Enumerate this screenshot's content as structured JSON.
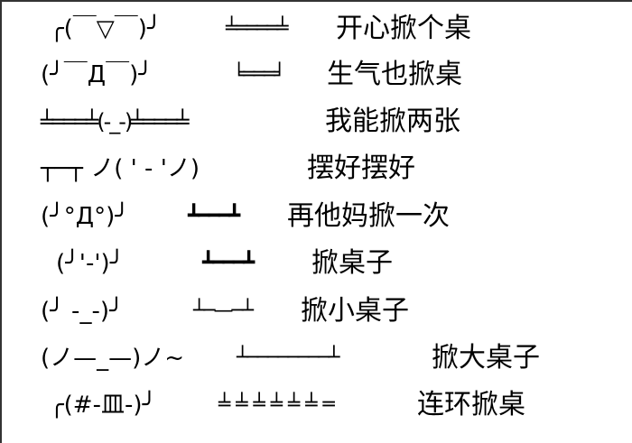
{
  "rows": [
    {
      "face": "╭(￣▽￣)╯",
      "table": "╧════╧",
      "label": "开心掀个桌"
    },
    {
      "face": "(╯￣Д￣)╯",
      "table": "╘═══╛",
      "label": "生气也掀桌"
    },
    {
      "face": "╧═══╧(-_-)╧═══╧",
      "table": "",
      "label": "我能掀两张"
    },
    {
      "face": "┬─┬ ノ( ' - 'ノ)",
      "table": "",
      "label": "摆好摆好"
    },
    {
      "face": "(╯°Д°)╯",
      "table": "┻━━━┻",
      "label": "再他妈掀一次"
    },
    {
      "face": "(╯'-')╯",
      "table": "┻━━━┻",
      "label": "掀桌子"
    },
    {
      "face": "(╯ -_-)╯",
      "table": "┴─—─┴",
      "label": "掀小桌子"
    },
    {
      "face": "(ノ—_—)ノ~",
      "table": "┴────────┴",
      "label": "掀大桌子"
    },
    {
      "face": "╭(#-皿-)╯",
      "table": "╧╧╧╧╧╧═",
      "label": "连环掀桌"
    }
  ]
}
